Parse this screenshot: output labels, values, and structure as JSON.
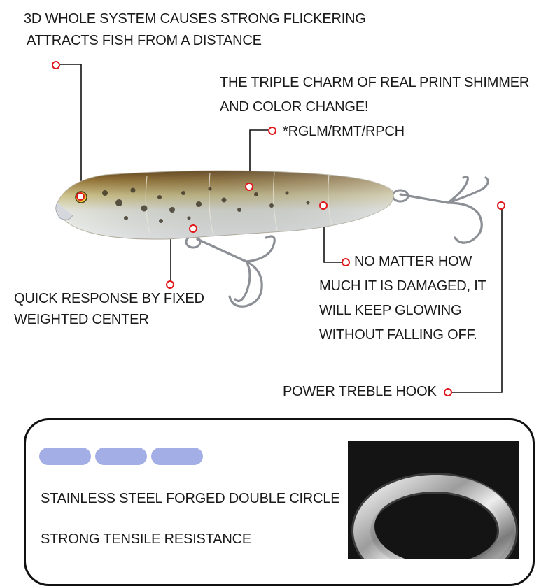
{
  "callouts": {
    "flicker_line1": "3D WHOLE SYSTEM CAUSES STRONG FLICKERING",
    "flicker_line2": "ATTRACTS FISH FROM A DISTANCE",
    "shimmer_line1": "THE TRIPLE CHARM OF REAL PRINT SHIMMER",
    "shimmer_line2": "AND COLOR CHANGE!",
    "color_codes": "*RGLM/RMT/RPCH",
    "weight_line1": "QUICK RESPONSE BY FIXED",
    "weight_line2": "WEIGHTED CENTER",
    "glow_line1": "NO MATTER HOW",
    "glow_line2": "MUCH IT IS DAMAGED, IT",
    "glow_line3": "WILL KEEP GLOWING",
    "glow_line4": "WITHOUT FALLING OFF.",
    "hook": "POWER TREBLE HOOK"
  },
  "panel": {
    "feature1": "STAINLESS STEEL FORGED DOUBLE CIRCLE",
    "feature2": "STRONG TENSILE RESISTANCE"
  },
  "colors": {
    "callout_dot": "#e0181c",
    "leader_line": "#111111",
    "tab_pill": "#a4aee6",
    "panel_border": "#111111"
  },
  "icons": {
    "callout_marker": "red-circle-dot",
    "product": "fishing-lure-with-treble-hooks",
    "detail_image": "split-ring-photo"
  }
}
